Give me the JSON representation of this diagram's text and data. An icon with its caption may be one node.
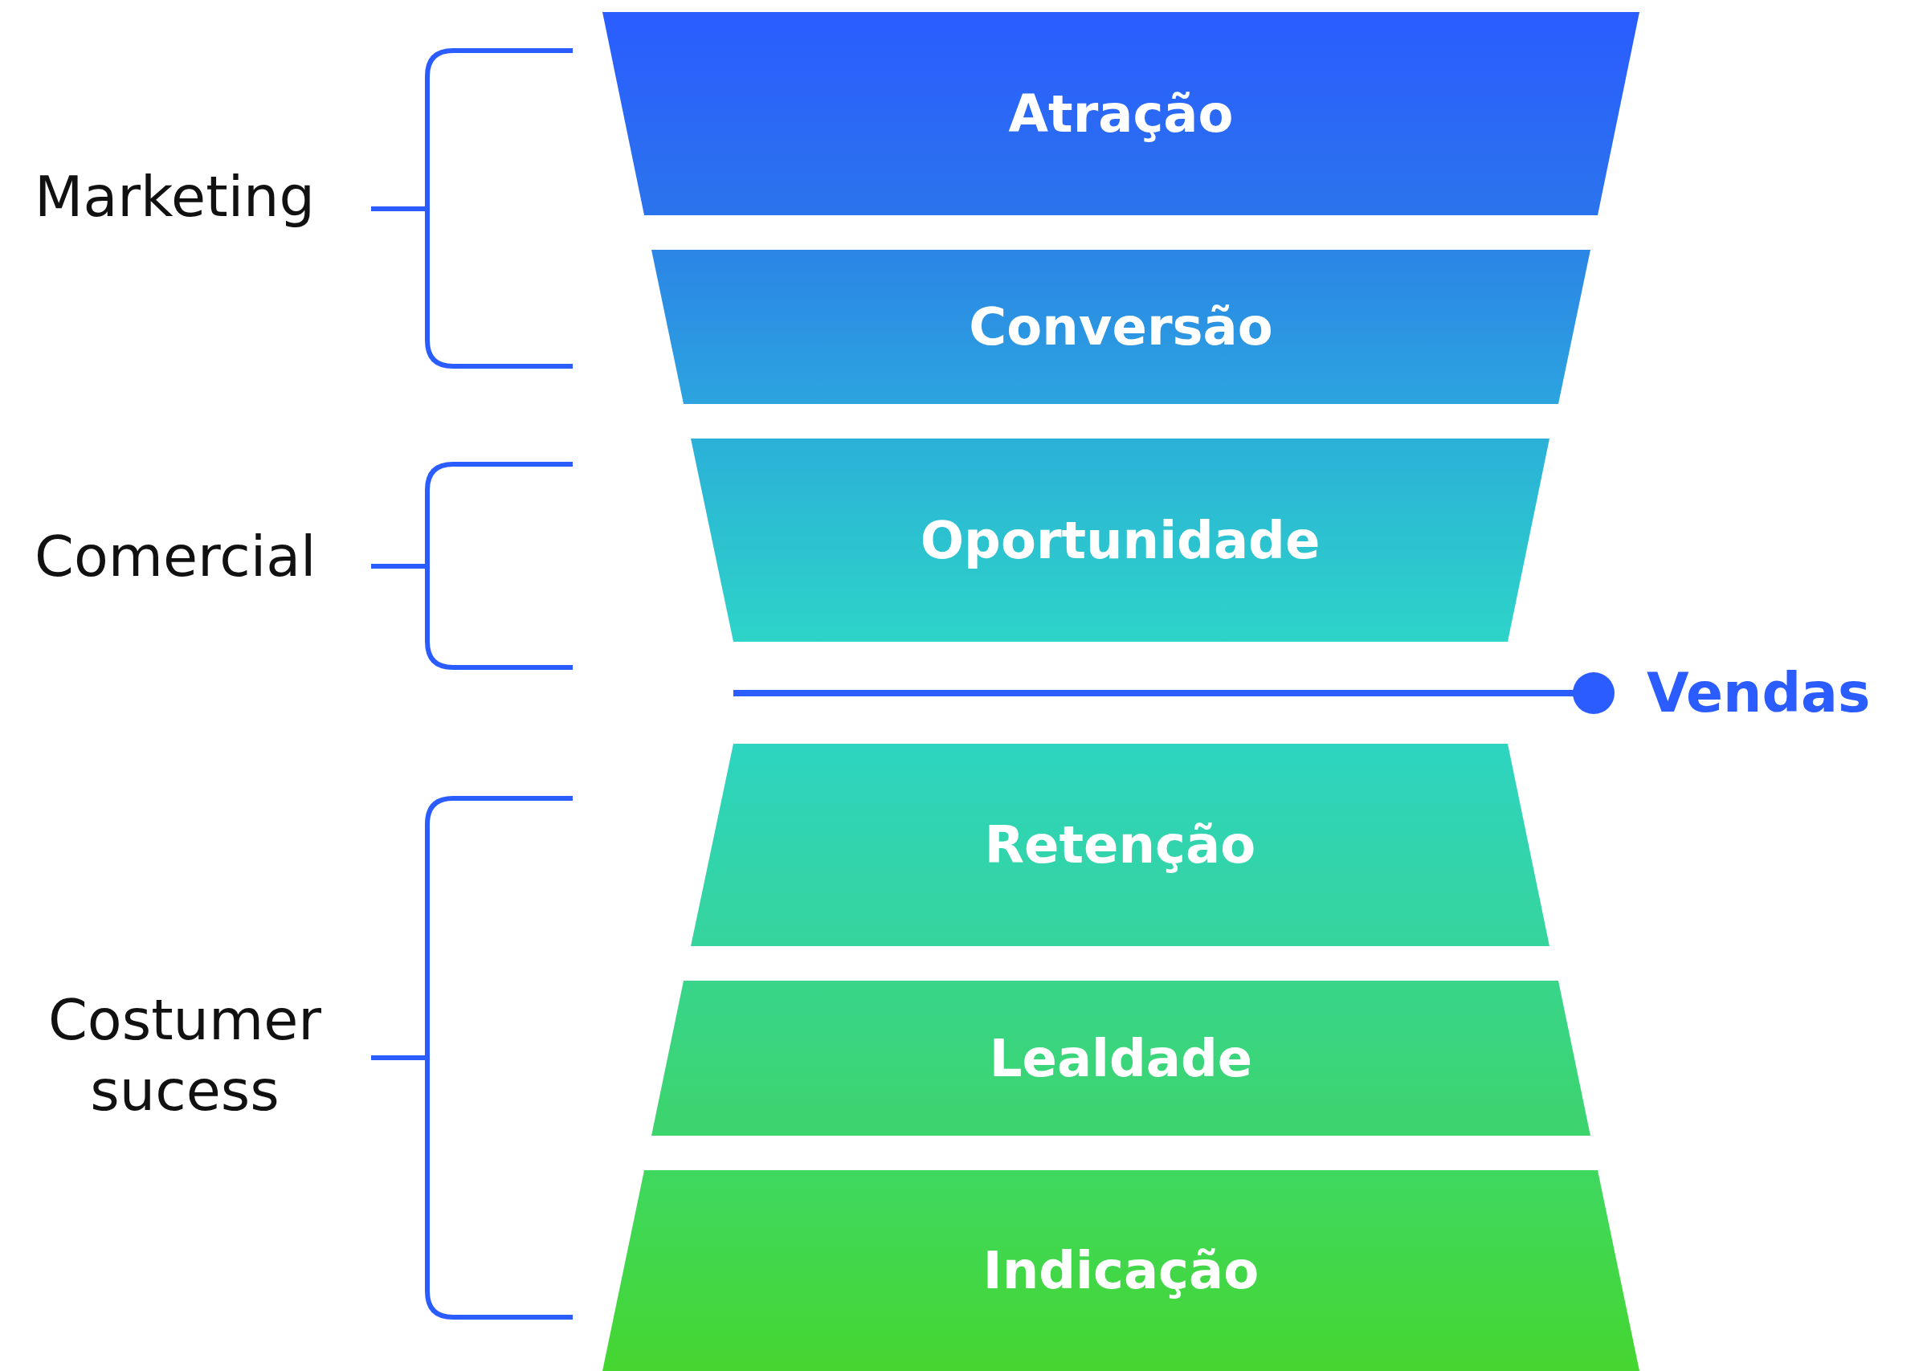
{
  "diagram": {
    "nodes": [
      {
        "text": [
          "Atração"
        ]
      },
      {
        "text": [
          "Conversão"
        ]
      },
      {
        "text": [
          "Oportunidade"
        ]
      },
      {
        "text": [
          "Retenção"
        ]
      },
      {
        "text": [
          "Lealdade"
        ]
      },
      {
        "text": [
          "Indicação"
        ]
      }
    ],
    "labels": [
      "Marketing",
      "Comercial",
      "Vendas",
      "Costumer sucess"
    ]
  }
}
